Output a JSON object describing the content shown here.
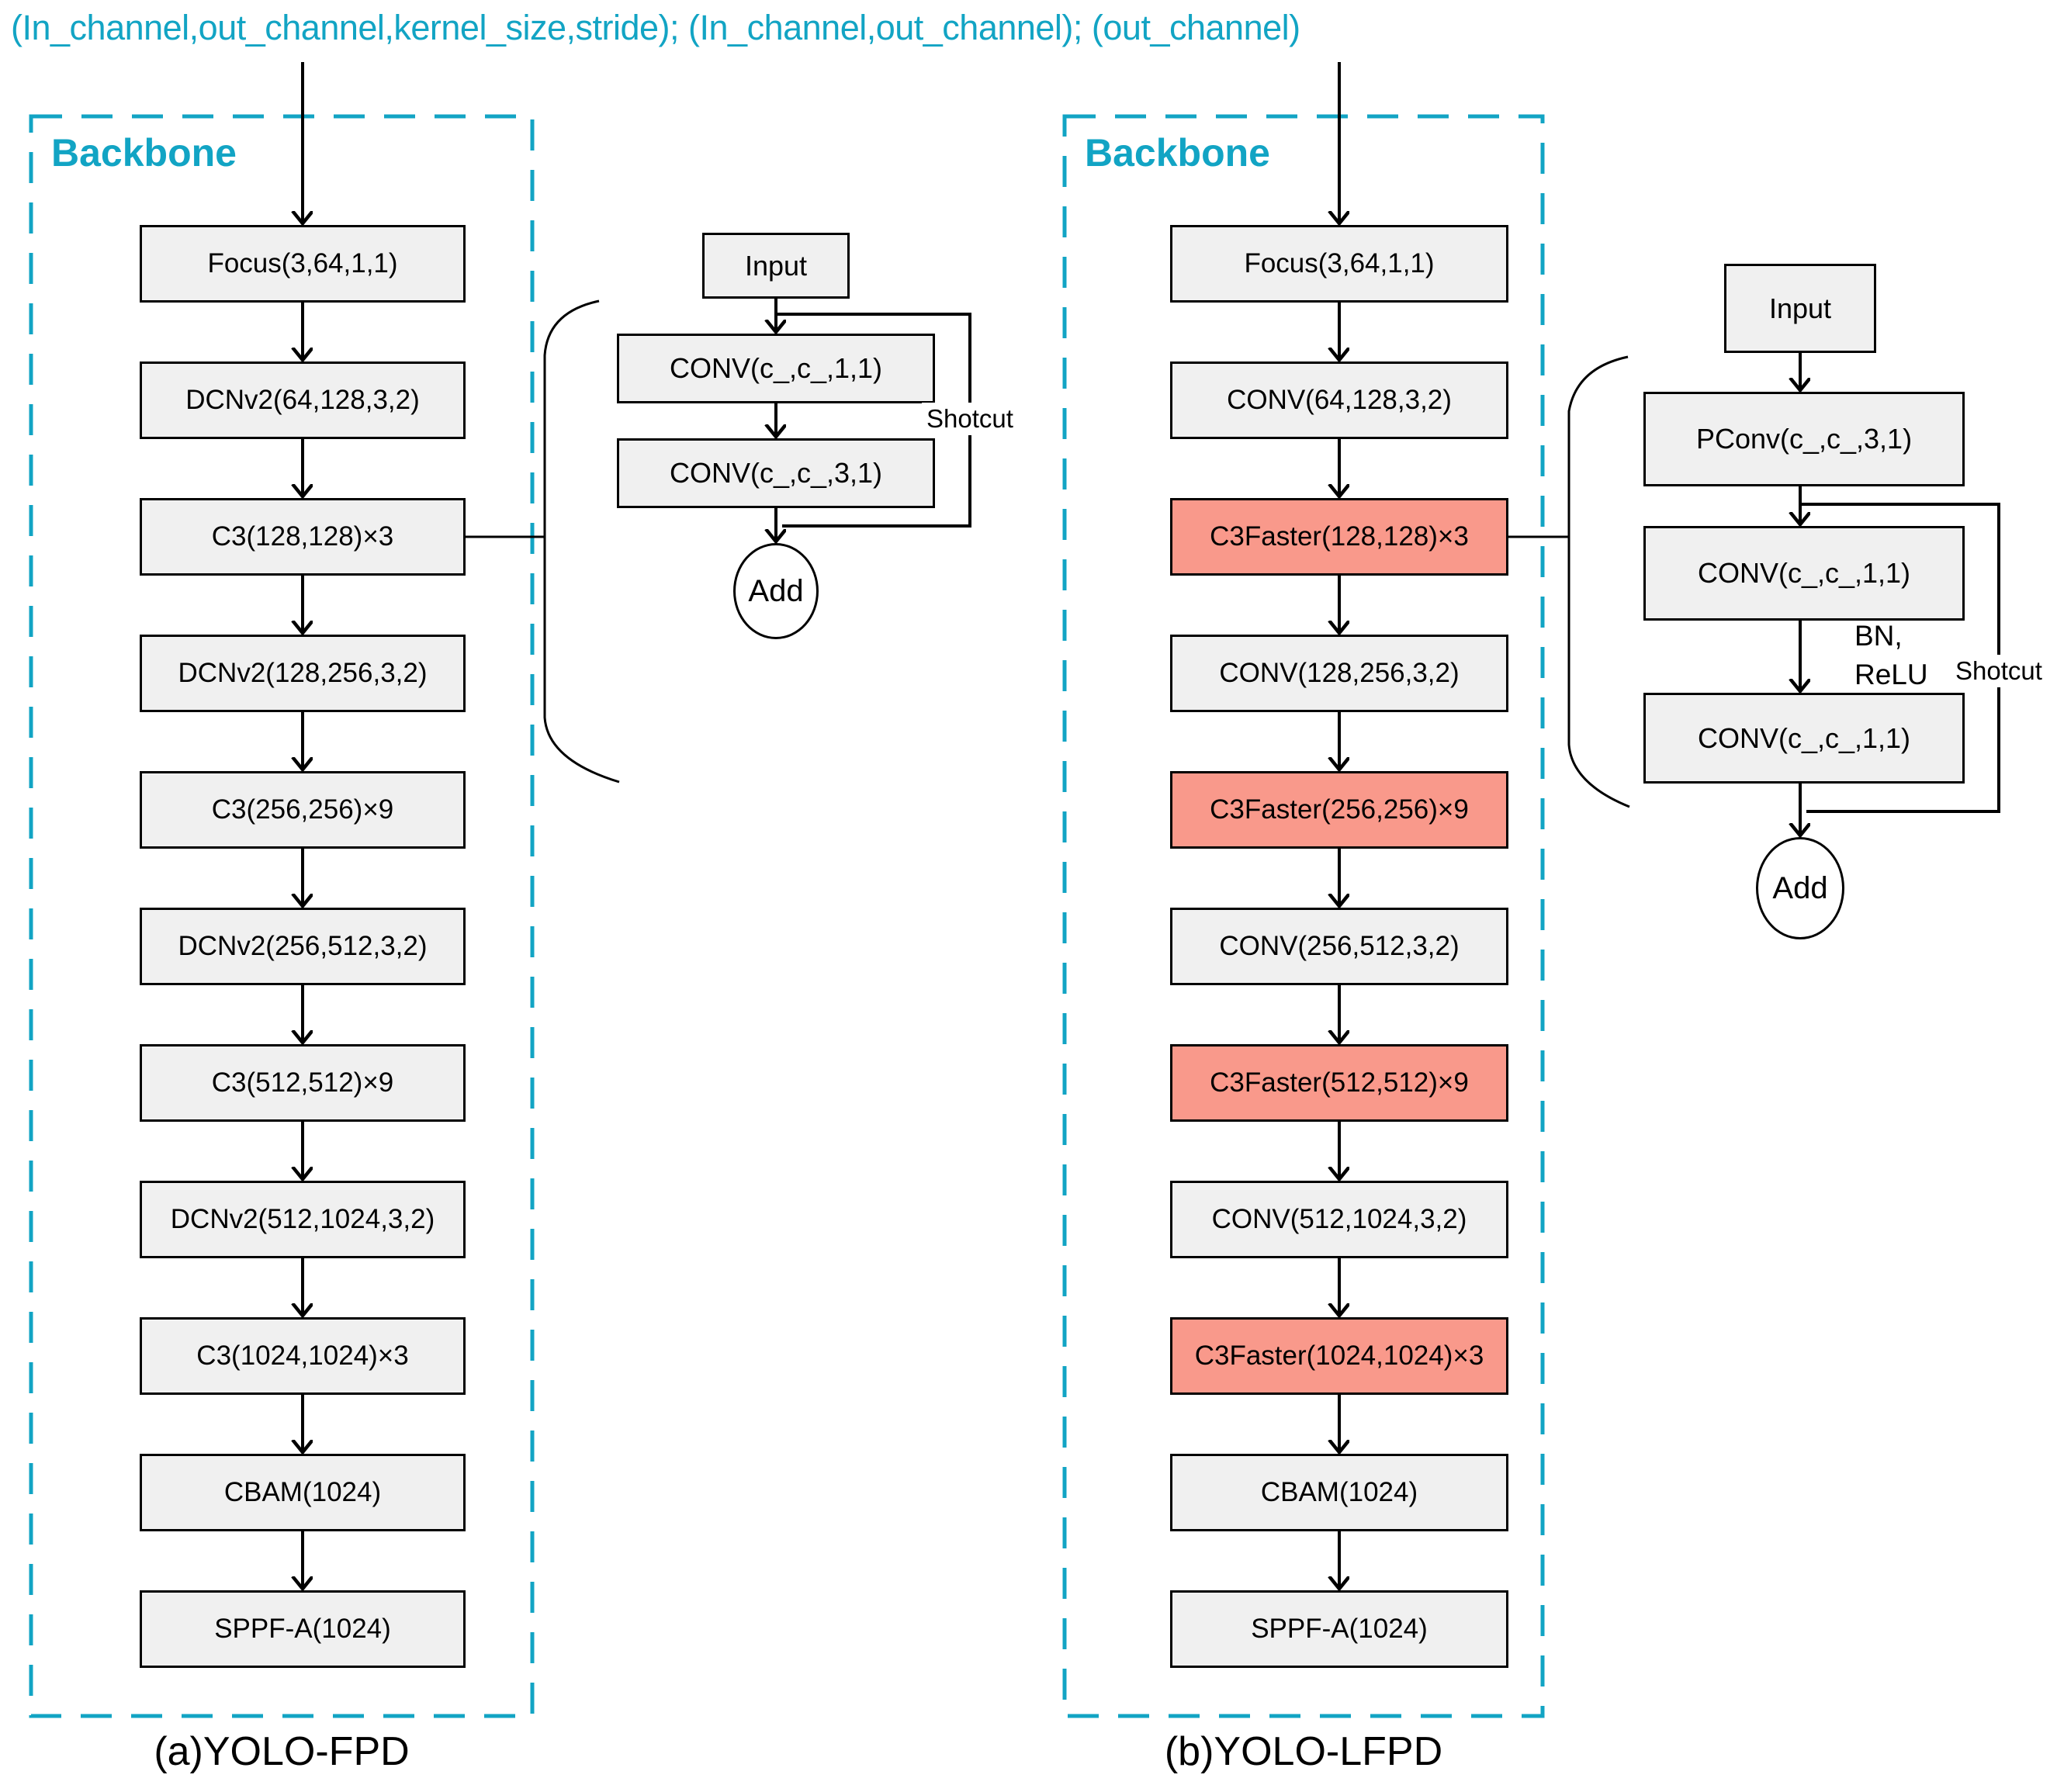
{
  "header": {
    "annotation": "(In_channel,out_channel,kernel_size,stride); (In_channel,out_channel); (out_channel)"
  },
  "colors": {
    "accent_cyan": "#12A4C4",
    "highlight_red": "#F9998B",
    "block_gray": "#F0F0F0"
  },
  "backbone_a": {
    "label": "Backbone",
    "caption": "(a)YOLO-FPD",
    "blocks": [
      {
        "label": "Focus(3,64,1,1)",
        "highlight": false
      },
      {
        "label": "DCNv2(64,128,3,2)",
        "highlight": false
      },
      {
        "label": "C3(128,128)×3",
        "highlight": false
      },
      {
        "label": "DCNv2(128,256,3,2)",
        "highlight": false
      },
      {
        "label": "C3(256,256)×9",
        "highlight": false
      },
      {
        "label": "DCNv2(256,512,3,2)",
        "highlight": false
      },
      {
        "label": "C3(512,512)×9",
        "highlight": false
      },
      {
        "label": "DCNv2(512,1024,3,2)",
        "highlight": false
      },
      {
        "label": "C3(1024,1024)×3",
        "highlight": false
      },
      {
        "label": "CBAM(1024)",
        "highlight": false
      },
      {
        "label": "SPPF-A(1024)",
        "highlight": false
      }
    ]
  },
  "backbone_b": {
    "label": "Backbone",
    "caption": "(b)YOLO-LFPD",
    "blocks": [
      {
        "label": "Focus(3,64,1,1)",
        "highlight": false
      },
      {
        "label": "CONV(64,128,3,2)",
        "highlight": false
      },
      {
        "label": "C3Faster(128,128)×3",
        "highlight": true
      },
      {
        "label": "CONV(128,256,3,2)",
        "highlight": false
      },
      {
        "label": "C3Faster(256,256)×9",
        "highlight": true
      },
      {
        "label": "CONV(256,512,3,2)",
        "highlight": false
      },
      {
        "label": "C3Faster(512,512)×9",
        "highlight": true
      },
      {
        "label": "CONV(512,1024,3,2)",
        "highlight": false
      },
      {
        "label": "C3Faster(1024,1024)×3",
        "highlight": true
      },
      {
        "label": "CBAM(1024)",
        "highlight": false
      },
      {
        "label": "SPPF-A(1024)",
        "highlight": false
      }
    ]
  },
  "detail_c3": {
    "input_label": "Input",
    "conv1_label": "CONV(c_,c_,1,1)",
    "conv2_label": "CONV(c_,c_,3,1)",
    "add_label": "Add",
    "shortcut_label": "Shotcut"
  },
  "detail_c3faster": {
    "input_label": "Input",
    "pconv_label": "PConv(c_,c_,3,1)",
    "conv1_label": "CONV(c_,c_,1,1)",
    "conv2_label": "CONV(c_,c_,1,1)",
    "bn_label": "BN,",
    "relu_label": "ReLU",
    "add_label": "Add",
    "shortcut_label": "Shotcut"
  }
}
